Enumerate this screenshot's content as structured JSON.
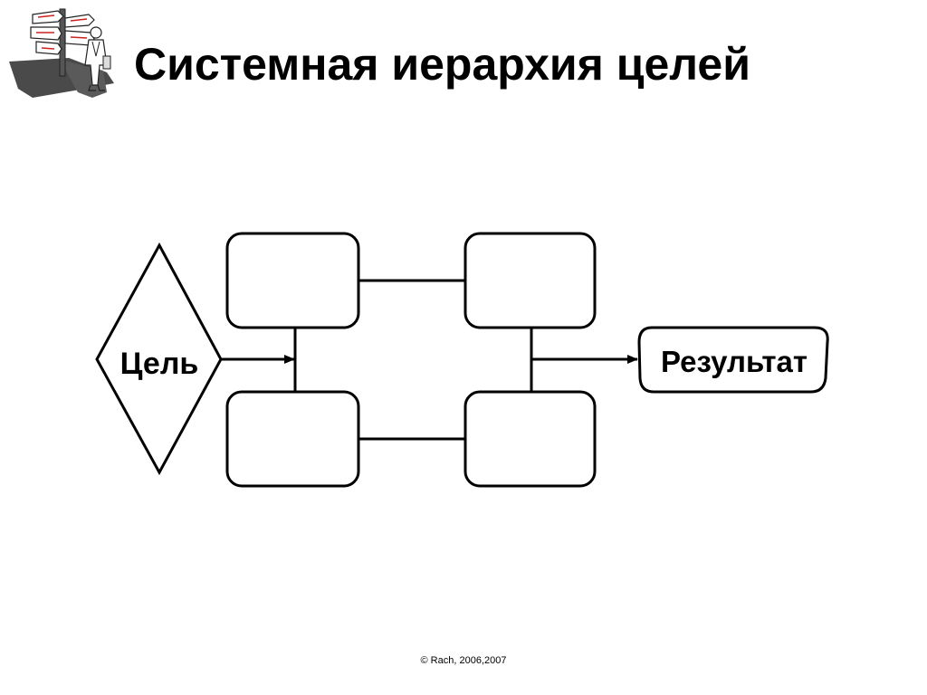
{
  "slide": {
    "title": "Системная иерархия целей",
    "footer": "© Rach, 2006,2007"
  },
  "illustration": {
    "icon": "signpost-with-person-icon"
  },
  "diagram": {
    "goal_label": "Цель",
    "result_label": "Результат",
    "subgoal_boxes": [
      "",
      "",
      "",
      ""
    ]
  }
}
